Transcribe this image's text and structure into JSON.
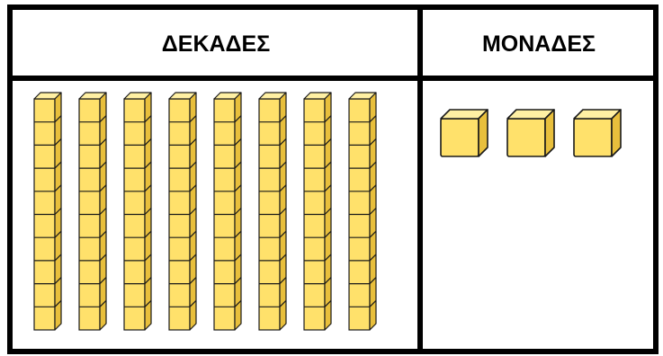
{
  "headers": {
    "tens": "ΔΕΚΑΔΕΣ",
    "ones": "ΜΟΝΑΔΕΣ"
  },
  "blocks": {
    "tens_rods": 8,
    "cubes_per_rod": 10,
    "unit_cubes": 3
  },
  "colors": {
    "border": "#000000",
    "cube_front": "#ffe16b",
    "cube_top": "#fff0a3",
    "cube_side": "#e8bf3c",
    "cube_edge": "#1a1a1a",
    "background": "#ffffff"
  }
}
